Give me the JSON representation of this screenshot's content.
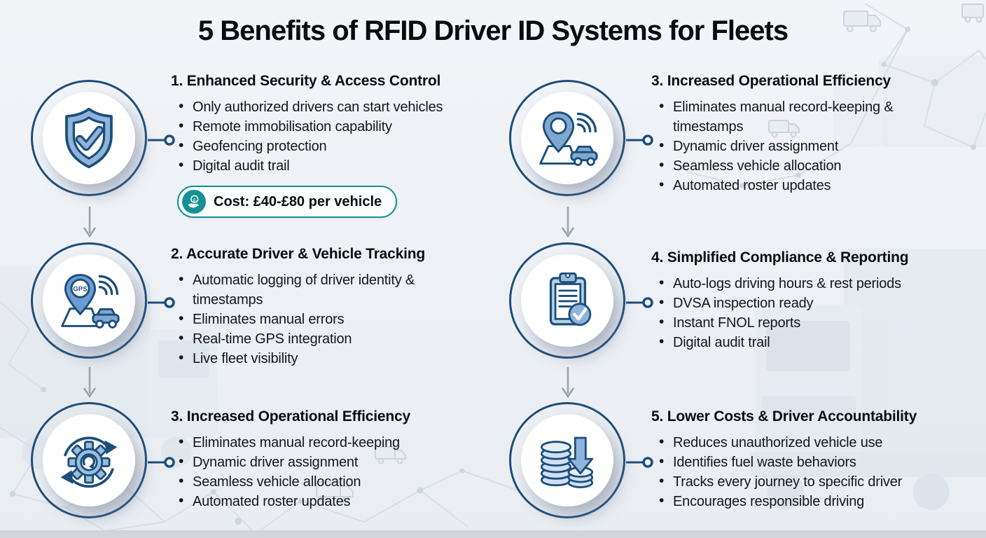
{
  "title": "5 Benefits of RFID Driver ID Systems for Fleets",
  "colors": {
    "navy": "#1d4e7a",
    "icon_light_blue": "#8fb4dc",
    "teal_accent": "#149192",
    "arrow_gray": "#99a1aa",
    "background": "#edf0f5"
  },
  "columns": [
    {
      "sections": [
        {
          "icon": "shield-check-icon",
          "heading": "1. Enhanced Security & Access Control",
          "bullets": [
            "Only authorized drivers can start vehicles",
            "Remote immobilisation capability",
            "Geofencing protection",
            "Digital audit trail"
          ],
          "badge": {
            "icon": "hand-money-icon",
            "label": "Cost: £40-£80 per vehicle"
          }
        },
        {
          "icon": "gps-pin-map-icon",
          "heading": "2. Accurate Driver & Vehicle Tracking",
          "bullets": [
            "Automatic logging of driver identity & timestamps",
            "Eliminates manual errors",
            "Real-time GPS integration",
            "Live fleet visibility"
          ]
        },
        {
          "icon": "gear-sync-icon",
          "heading": "3. Increased Operational Efficiency",
          "bullets": [
            "Eliminates manual record-keeping",
            "Dynamic driver assignment",
            "Seamless vehicle allocation",
            "Automated roster updates"
          ]
        }
      ]
    },
    {
      "sections": [
        {
          "icon": "location-pin-car-icon",
          "heading": "3. Increased Operational Efficiency",
          "bullets": [
            "Eliminates manual record-keeping & timestamps",
            "Dynamic driver assignment",
            "Seamless vehicle allocation",
            "Automated roster updates"
          ]
        },
        {
          "icon": "clipboard-check-icon",
          "heading": "4. Simplified Compliance & Reporting",
          "bullets": [
            "Auto-logs driving hours & rest periods",
            "DVSA inspection ready",
            "Instant FNOL reports",
            "Digital audit trail"
          ]
        },
        {
          "icon": "coins-arrow-down-icon",
          "heading": "5. Lower Costs & Driver Accountability",
          "bullets": [
            "Reduces unauthorized vehicle use",
            "Identifies fuel waste behaviors",
            "Tracks every journey to specific driver",
            "Encourages responsible driving"
          ]
        }
      ]
    }
  ]
}
